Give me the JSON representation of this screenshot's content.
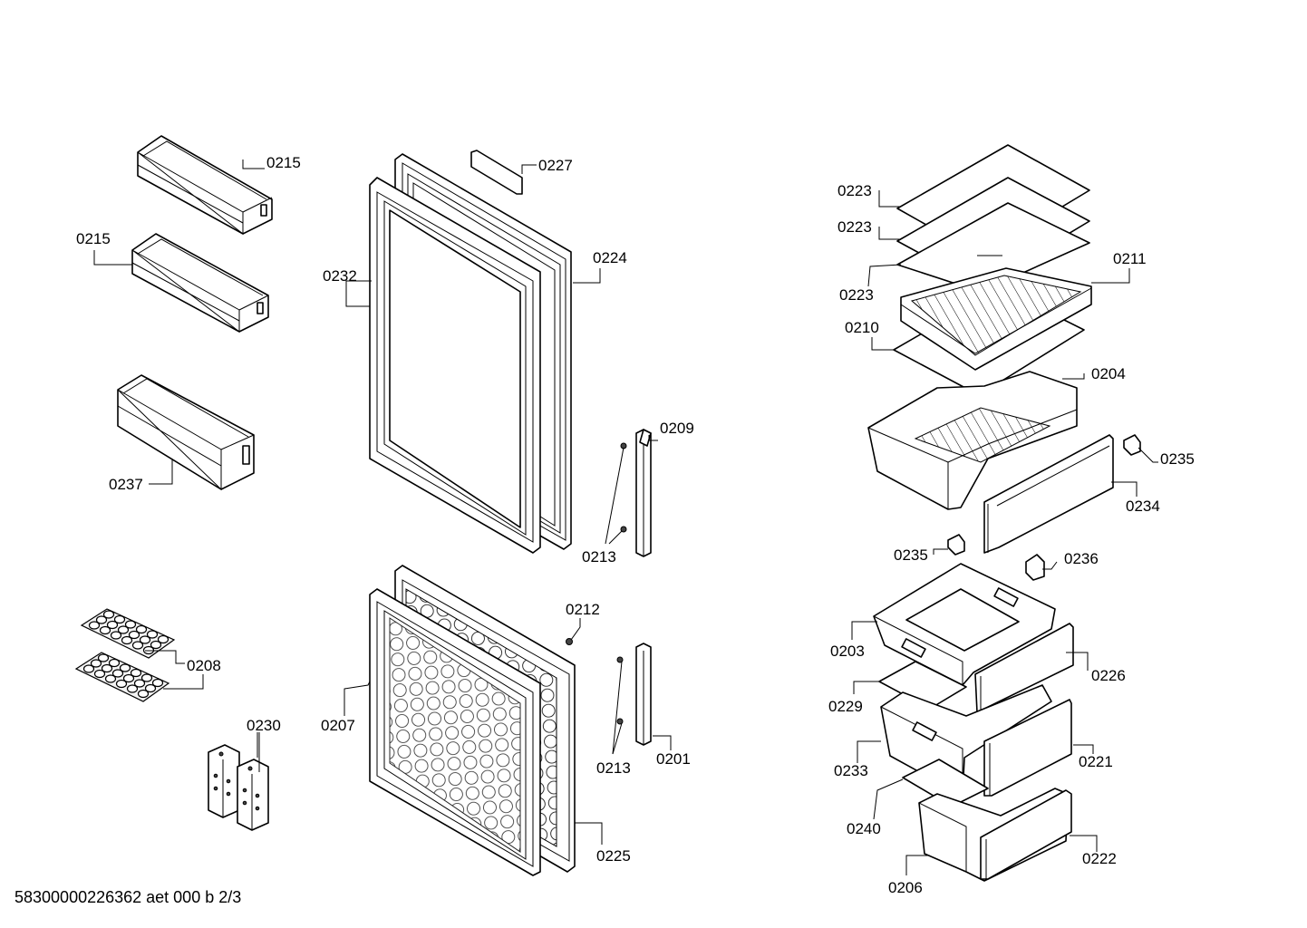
{
  "diagram": {
    "footer": "58300000226362 aet 000 b 2/3",
    "callouts": {
      "c0215a": "0215",
      "c0215b": "0215",
      "c0237": "0237",
      "c0208": "0208",
      "c0230": "0230",
      "c0227": "0227",
      "c0232": "0232",
      "c0224": "0224",
      "c0209": "0209",
      "c0213a": "0213",
      "c0212": "0212",
      "c0207": "0207",
      "c0213b": "0213",
      "c0201": "0201",
      "c0225": "0225",
      "c0223a": "0223",
      "c0223b": "0223",
      "c0223c": "0223",
      "c0211": "0211",
      "c0210": "0210",
      "c0204": "0204",
      "c0235a": "0235",
      "c0234": "0234",
      "c0235b": "0235",
      "c0236": "0236",
      "c0203": "0203",
      "c0226": "0226",
      "c0229": "0229",
      "c0233": "0233",
      "c0221": "0221",
      "c0240": "0240",
      "c0222": "0222",
      "c0206": "0206"
    }
  }
}
